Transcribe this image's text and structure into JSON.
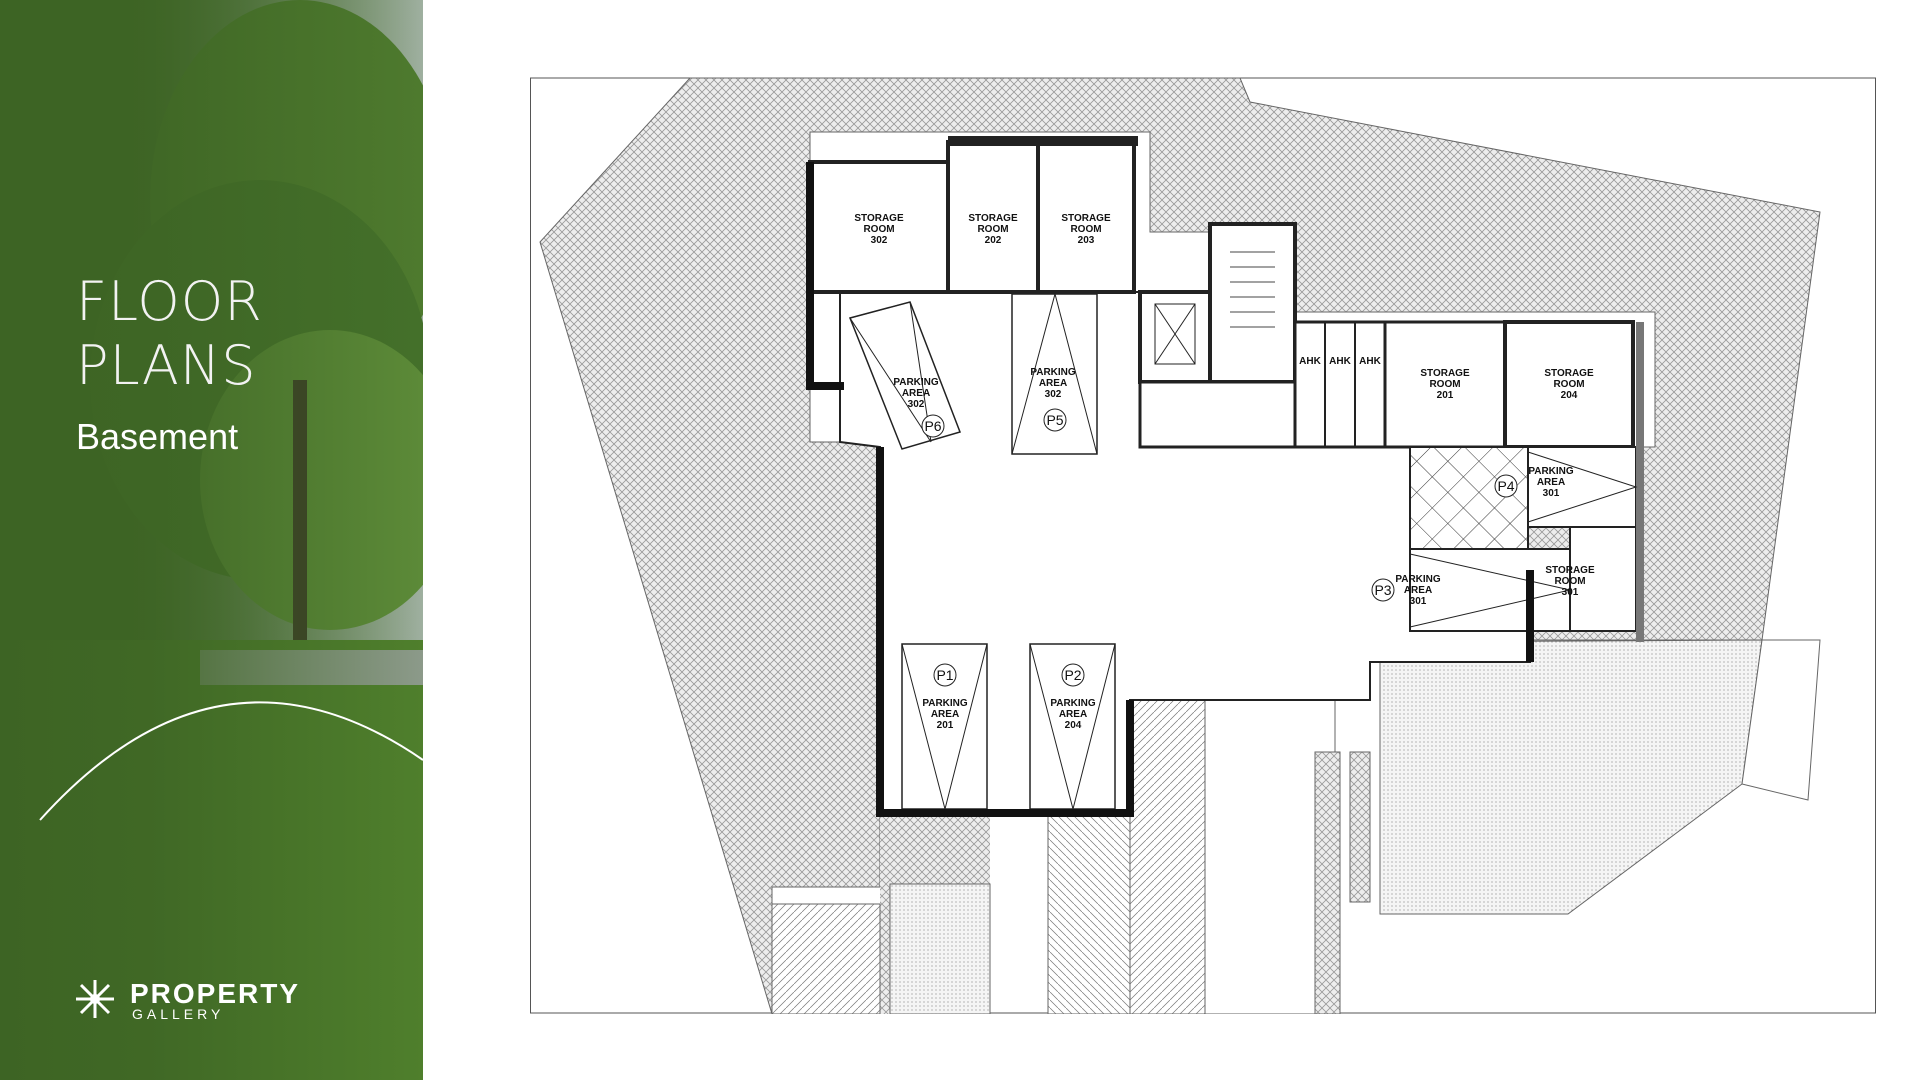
{
  "sidebar": {
    "title_line1": "FLOOR",
    "title_line2": "PLANS",
    "subtitle": "Basement",
    "background_color": "#3d6424"
  },
  "logo": {
    "main": "PROPERTY",
    "sub": "GALLERY",
    "icon": "starburst-logo-icon"
  },
  "plan": {
    "rooms": [
      {
        "id": "sr302",
        "lines": [
          "STORAGE",
          "ROOM",
          "302"
        ]
      },
      {
        "id": "sr202",
        "lines": [
          "STORAGE",
          "ROOM",
          "202"
        ]
      },
      {
        "id": "sr203",
        "lines": [
          "STORAGE",
          "ROOM",
          "203"
        ]
      },
      {
        "id": "sr201",
        "lines": [
          "STORAGE",
          "ROOM",
          "201"
        ]
      },
      {
        "id": "sr204",
        "lines": [
          "STORAGE",
          "ROOM",
          "204"
        ]
      },
      {
        "id": "sr301",
        "lines": [
          "STORAGE",
          "ROOM",
          "301"
        ]
      },
      {
        "id": "pa302a",
        "lines": [
          "PARKING",
          "AREA",
          "302"
        ]
      },
      {
        "id": "pa302b",
        "lines": [
          "PARKING",
          "AREA",
          "302"
        ]
      },
      {
        "id": "pa301a",
        "lines": [
          "PARKING",
          "AREA",
          "301"
        ]
      },
      {
        "id": "pa301b",
        "lines": [
          "PARKING",
          "AREA",
          "301"
        ]
      },
      {
        "id": "pa201",
        "lines": [
          "PARKING",
          "AREA",
          "201"
        ]
      },
      {
        "id": "pa204",
        "lines": [
          "PARKING",
          "AREA",
          "204"
        ]
      }
    ],
    "ahk": [
      "AHK",
      "AHK",
      "AHK"
    ],
    "spots": [
      "P1",
      "P2",
      "P3",
      "P4",
      "P5",
      "P6"
    ]
  }
}
